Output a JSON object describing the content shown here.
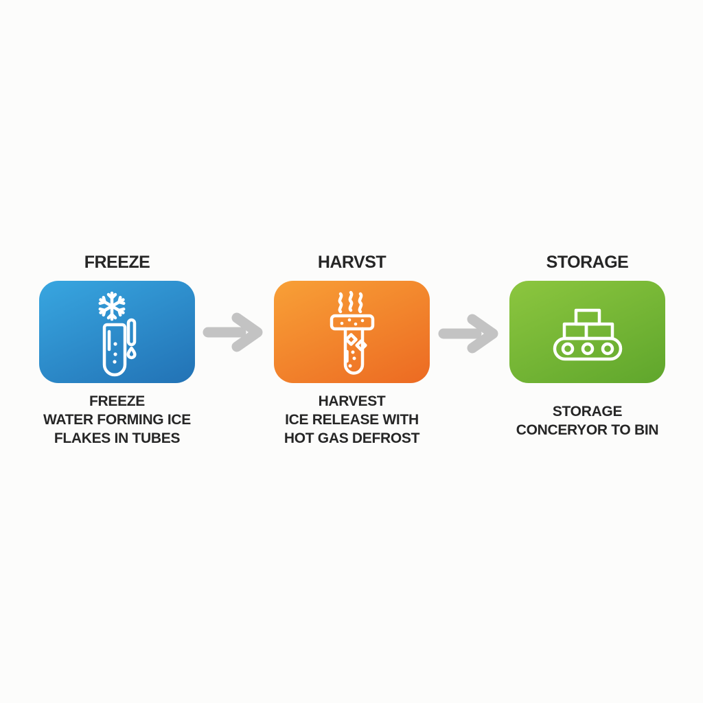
{
  "background": "#fcfcfb",
  "text_color": "#262626",
  "arrow_color": "#c3c3c3",
  "arrows": [
    {
      "name": "arrow-freeze-to-harvest",
      "direction": "right"
    },
    {
      "name": "arrow-harvest-to-storage",
      "direction": "right"
    }
  ],
  "steps": [
    {
      "id": "freeze",
      "title": "FREEZE",
      "icon": "snowflake-test-tube-icon",
      "color_top": "#38a6e0",
      "color_bottom": "#2272b5",
      "caption_lines": [
        "FREEZE",
        "WATER FORMING ICE",
        "FLAKES IN TUBES"
      ]
    },
    {
      "id": "harvest",
      "title": "HARVST",
      "icon": "steaming-tube-icon",
      "color_top": "#f8a037",
      "color_bottom": "#ec6a22",
      "caption_lines": [
        "HARVEST",
        "ICE RELEASE WITH",
        "HOT GAS DEFROST"
      ]
    },
    {
      "id": "storage",
      "title": "STORAGE",
      "icon": "conveyor-belt-icon",
      "color_top": "#8cc63f",
      "color_bottom": "#5fa62c",
      "caption_lines": [
        "STORAGE",
        "CONCERYOR TO BIN"
      ]
    }
  ]
}
